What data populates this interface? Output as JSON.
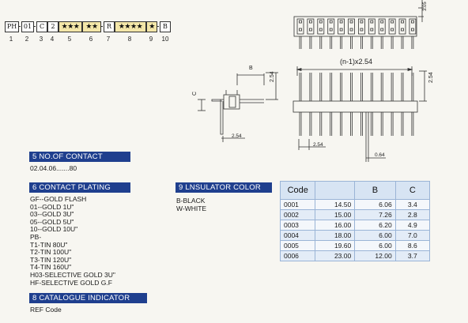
{
  "part_number": {
    "boxes": [
      "PH",
      "01",
      "C",
      "2",
      "★★★",
      "★★",
      "R",
      "★★★★",
      "★",
      "B"
    ],
    "indices": [
      "1",
      "2",
      "3",
      "4",
      "5",
      "6",
      "7",
      "8",
      "9",
      "10"
    ]
  },
  "dimensions": {
    "top_pin_height": "3.05",
    "pitch_formula": "(n-1)x2.54",
    "right_height": "2.54",
    "side_b": "B",
    "side_height": "2.54",
    "side_c": "C",
    "side_bottom": "2.54",
    "front_bottom": "2.54",
    "pin_width": "0.64"
  },
  "sections": {
    "contact": {
      "header": "5  NO.OF CONTACT",
      "lines": [
        "02.04.06.......80"
      ]
    },
    "plating": {
      "header": "6  CONTACT PLATING",
      "lines": [
        "GF--GOLD FLASH",
        "01--GOLD 1U\"",
        "03--GOLD 3U\"",
        "05--GOLD 5U\"",
        "10--GOLD 10U\"",
        "PB-",
        "T1-TIN 80U\"",
        "T2-TIN 100U\"",
        "T3-TIN 120U\"",
        "T4-TIN 160U\"",
        "H03-SELECTIVE GOLD 3U\"",
        "HF-SELECTIVE GOLD G.F"
      ]
    },
    "insulator": {
      "header": "9  LNSULATOR COLOR",
      "lines": [
        "B-BLACK",
        "W-WHITE"
      ]
    },
    "catalogue": {
      "header": "8  CATALOGUE INDICATOR",
      "lines": [
        "REF Code"
      ]
    }
  },
  "table": {
    "headers": [
      "Code",
      "",
      "B",
      "C"
    ],
    "rows": [
      [
        "0001",
        "14.50",
        "6.06",
        "3.4"
      ],
      [
        "0002",
        "15.00",
        "7.26",
        "2.8"
      ],
      [
        "0003",
        "16.00",
        "6.20",
        "4.9"
      ],
      [
        "0004",
        "18.00",
        "6.00",
        "7.0"
      ],
      [
        "0005",
        "19.60",
        "6.00",
        "8.6"
      ],
      [
        "0006",
        "23.00",
        "12.00",
        "3.7"
      ]
    ]
  },
  "colors": {
    "header_bg": "#1f3f8e",
    "table_border": "#9ab4d6",
    "star_box": "#f3e6a8"
  }
}
